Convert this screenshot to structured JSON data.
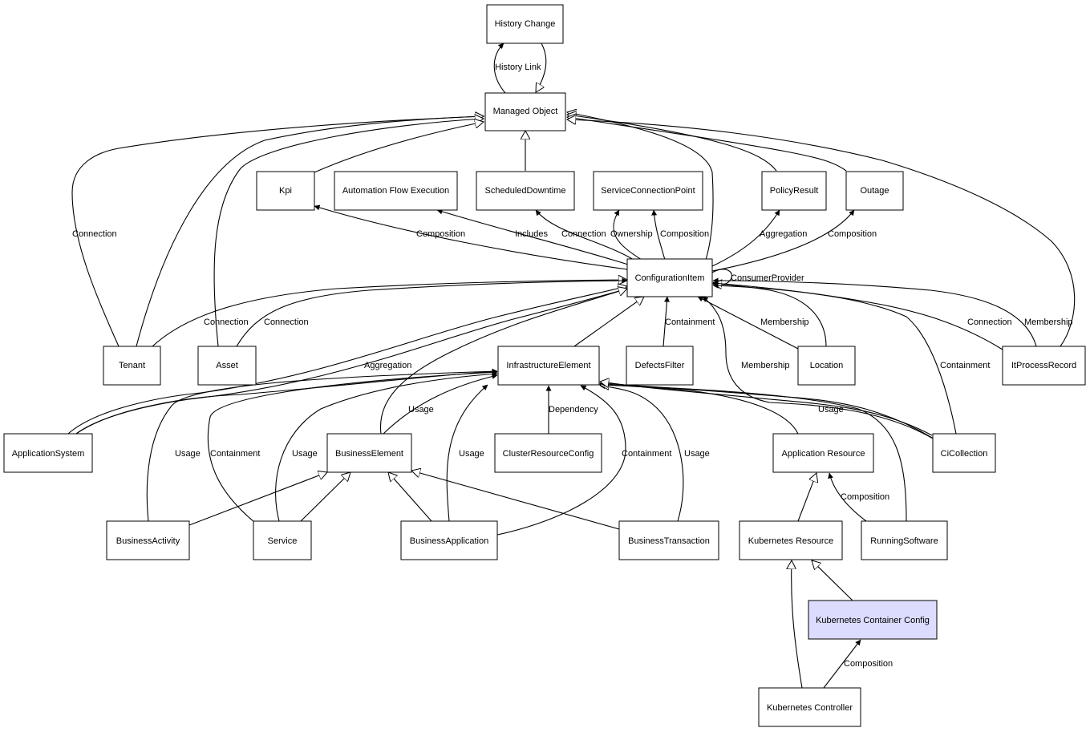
{
  "nodes": {
    "history_change": "History Change",
    "managed_object": "Managed Object",
    "kpi": "Kpi",
    "automation_flow_execution": "Automation Flow Execution",
    "scheduled_downtime": "ScheduledDowntime",
    "service_connection_point": "ServiceConnectionPoint",
    "policy_result": "PolicyResult",
    "outage": "Outage",
    "configuration_item": "ConfigurationItem",
    "tenant": "Tenant",
    "asset": "Asset",
    "infrastructure_element": "InfrastructureElement",
    "defects_filter": "DefectsFilter",
    "location": "Location",
    "it_process_record": "ItProcessRecord",
    "application_system": "ApplicationSystem",
    "business_element": "BusinessElement",
    "cluster_resource_config": "ClusterResourceConfig",
    "application_resource": "Application Resource",
    "ci_collection": "CiCollection",
    "business_activity": "BusinessActivity",
    "service": "Service",
    "business_application": "BusinessApplication",
    "business_transaction": "BusinessTransaction",
    "kubernetes_resource": "Kubernetes Resource",
    "running_software": "RunningSoftware",
    "kubernetes_container_config": "Kubernetes Container Config",
    "kubernetes_controller": "Kubernetes Controller"
  },
  "edge_labels": {
    "history_link": "History Link",
    "tenant_mo_connection": "Connection",
    "ci_kpi_composition": "Composition",
    "ci_afe_includes": "Includes",
    "ci_sd_connection": "Connection",
    "ci_scp_ownership": "Ownership",
    "ci_scp_composition": "Composition",
    "ci_policy_aggregation": "Aggregation",
    "ci_outage_composition": "Composition",
    "ci_consumer_provider": "ConsumerProvider",
    "tenant_ci_connection": "Connection",
    "asset_ci_connection": "Connection",
    "df_ci_containment": "Containment",
    "location_ci_membership": "Membership",
    "cic_ci_membership": "Membership",
    "cic_ci_containment": "Containment",
    "itpr_ci_connection": "Connection",
    "itpr_ci_membership": "Membership",
    "as_ie_aggregation": "Aggregation",
    "be_ie_usage": "Usage",
    "crc_ie_dependency": "Dependency",
    "cic_ie_usage": "Usage",
    "ba_ie_usage": "Usage",
    "svc_ie_containment": "Containment",
    "svc_ie_usage": "Usage",
    "bapp_ie_usage": "Usage",
    "bapp_ie_containment": "Containment",
    "bt_ie_usage": "Usage",
    "rs_ar_composition": "Composition",
    "kc_kcc_composition": "Composition"
  }
}
